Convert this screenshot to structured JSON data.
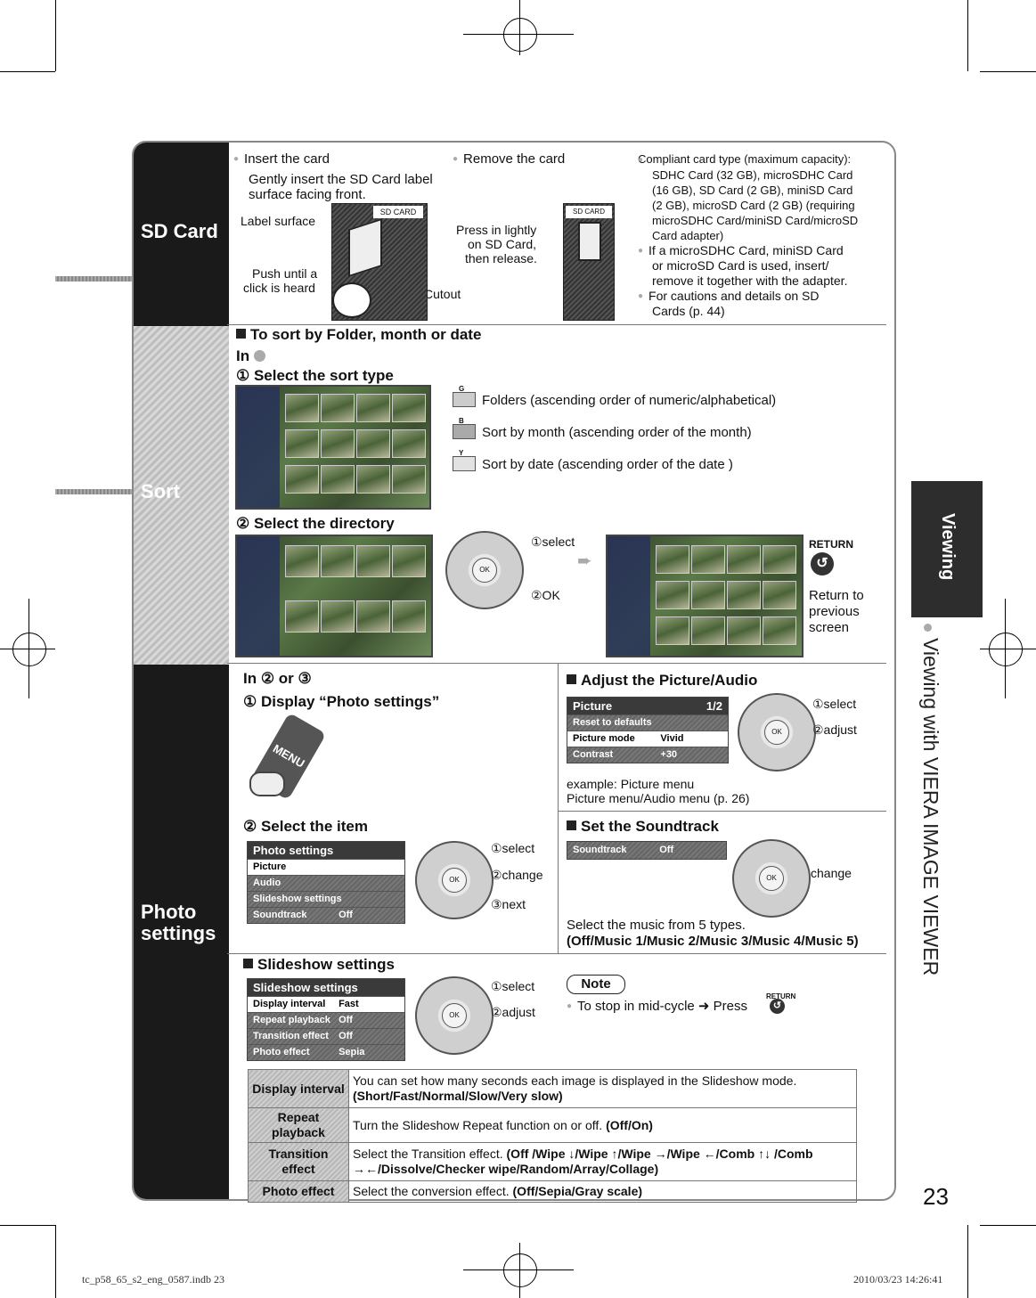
{
  "sd_section": {
    "label": "SD Card",
    "insert_heading": "Insert the card",
    "insert_text_1": "Gently insert the SD Card label",
    "insert_text_2": "surface facing front.",
    "label_surface": "Label surface",
    "push_line1": "Push until a",
    "push_line2": "click is heard",
    "cutout": "Cutout",
    "card_tag": "SD CARD",
    "remove_heading": "Remove the card",
    "press_line1": "Press in lightly",
    "press_line2": "on SD Card,",
    "press_line3": "then release.",
    "compliant_lines": [
      "Compliant card type (maximum capacity):",
      "SDHC Card (32 GB), microSDHC Card",
      "(16 GB), SD Card (2 GB), miniSD Card",
      "(2 GB), microSD Card (2 GB) (requiring",
      "microSDHC Card/miniSD Card/microSD",
      "Card adapter)"
    ],
    "micro_lines": [
      "If a microSDHC Card, miniSD Card",
      "or microSD Card is used, insert/",
      "remove it together with the adapter."
    ],
    "caution_lines": [
      "For cautions and details on SD",
      "Cards (p. 44)"
    ]
  },
  "sort_section": {
    "label": "Sort",
    "heading": "To sort by Folder, month or date",
    "in_label": "In",
    "step1": "① Select the sort type",
    "g_key": "G",
    "b_key": "B",
    "y_key": "Y",
    "opt_folders": "Folders (ascending order of numeric/alphabetical)",
    "opt_month": "Sort by month (ascending order of the month)",
    "opt_date": "Sort by date (ascending order of the date )",
    "step2": "② Select the directory",
    "select": "①select",
    "ok": "②OK",
    "ok_btn": "OK",
    "return_label": "RETURN",
    "return_lines": [
      "Return to",
      "previous",
      "screen"
    ]
  },
  "photo_section": {
    "label_line1": "Photo",
    "label_line2": "settings",
    "in_label": "In ② or ③",
    "step1": "① Display “Photo settings”",
    "menu_label": "MENU",
    "step2": "② Select the item",
    "photo_menu": {
      "title": "Photo settings",
      "rows": [
        {
          "label": "Picture",
          "value": ""
        },
        {
          "label": "Audio",
          "value": ""
        },
        {
          "label": "Slideshow settings",
          "value": ""
        },
        {
          "label": "Soundtrack",
          "value": "Off"
        }
      ]
    },
    "item_select": "①select",
    "item_change": "②change",
    "item_next": "③next",
    "adjust_heading": "Adjust the Picture/Audio",
    "picture_menu": {
      "title": "Picture",
      "page": "1/2",
      "rows": [
        {
          "label": "Reset to defaults",
          "value": ""
        },
        {
          "label": "Picture mode",
          "value": "Vivid"
        },
        {
          "label": "Contrast",
          "value": "+30"
        }
      ]
    },
    "adj_select": "①select",
    "adj_adjust": "②adjust",
    "example": "example: Picture menu",
    "menu_ref": "Picture menu/Audio menu (p. 26)",
    "soundtrack_heading": "Set the Soundtrack",
    "soundtrack_menu": {
      "label": "Soundtrack",
      "value": "Off"
    },
    "change": "change",
    "music_text": "Select the music from 5 types.",
    "music_options": "(Off/Music 1/Music 2/Music 3/Music 4/Music 5)",
    "slideshow_heading": "Slideshow settings",
    "slideshow_menu": {
      "title": "Slideshow settings",
      "rows": [
        {
          "label": "Display interval",
          "value": "Fast"
        },
        {
          "label": "Repeat playback",
          "value": "Off"
        },
        {
          "label": "Transition effect",
          "value": "Off"
        },
        {
          "label": "Photo effect",
          "value": "Sepia"
        }
      ]
    },
    "ss_select": "①select",
    "ss_adjust": "②adjust",
    "note_label": "Note",
    "note_return": "RETURN",
    "note_text": "To stop in mid-cycle ➜ Press",
    "table": [
      {
        "label": "Display interval",
        "text": "You can set how many seconds each image is displayed in the Slideshow mode.",
        "options": "(Short/Fast/Normal/Slow/Very slow)"
      },
      {
        "label": "Repeat playback",
        "text": "Turn the Slideshow Repeat function on or off.",
        "options": "(Off/On)"
      },
      {
        "label": "Transition effect",
        "text": "Select the Transition effect.",
        "options": "(Off /Wipe ↓/Wipe ↑/Wipe →/Wipe ←/Comb ↑↓ /Comb →←/Dissolve/Checker wipe/Random/Array/Collage)"
      },
      {
        "label": "Photo effect",
        "text": "Select the conversion effect.",
        "options": "(Off/Sepia/Gray scale)"
      }
    ]
  },
  "side_tab": "Viewing",
  "side_title": "Viewing with VIERA IMAGE VIEWER",
  "page_number": "23",
  "footer_left": "tc_p58_65_s2_eng_0587.indb   23",
  "footer_right": "2010/03/23   14:26:41"
}
